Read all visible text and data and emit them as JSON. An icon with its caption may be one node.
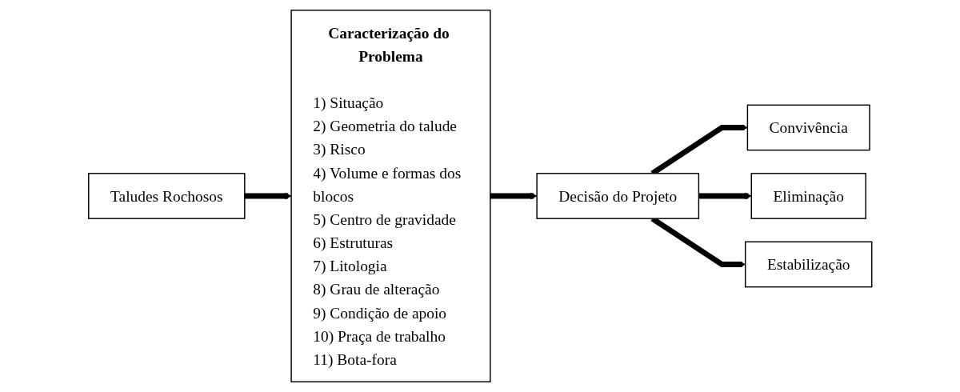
{
  "diagram": {
    "nodes": [
      {
        "text": [
          "Taludes Rochosos"
        ]
      },
      {
        "text": [
          "Caracterização do Problema",
          "1) Situação",
          "2) Geometria do talude",
          "3) Risco",
          "4) Volume e formas dos blocos",
          "5) Centro de gravidade",
          "6) Estruturas",
          "7) Litologia",
          "8) Grau de alteração",
          "9) Condição de apoio",
          "10) Praça de trabalho",
          "11) Bota-fora"
        ]
      },
      {
        "text": [
          "Decisão do Projeto"
        ]
      },
      {
        "text": [
          "Convivência"
        ]
      },
      {
        "text": [
          "Eliminação"
        ]
      },
      {
        "text": [
          "Estabilização"
        ]
      }
    ],
    "edges": [
      {
        "from": 0,
        "to": 1,
        "arrow": "to"
      },
      {
        "from": 1,
        "to": 2,
        "arrow": "to"
      },
      {
        "from": 2,
        "to": 3,
        "arrow": "to"
      },
      {
        "from": 2,
        "to": 4,
        "arrow": "to"
      },
      {
        "from": 2,
        "to": 5,
        "arrow": "to"
      }
    ]
  }
}
